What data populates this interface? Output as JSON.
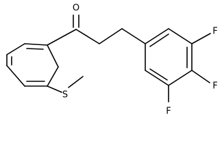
{
  "diagram": {
    "atom_labels": {
      "oxygen": "O",
      "sulfur": "S",
      "fluorine_top": "F",
      "fluorine_right": "F",
      "fluorine_bottom": "F"
    }
  }
}
